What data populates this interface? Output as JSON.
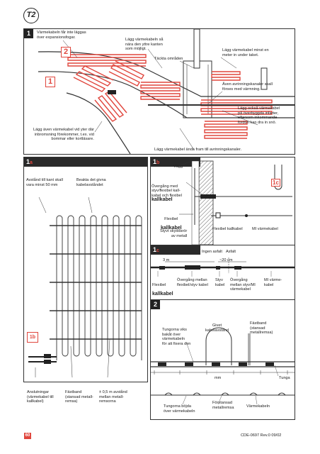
{
  "logo": {
    "text": "T2"
  },
  "section1": {
    "badge": "1",
    "note_expansion": "Värmekabeln får inte läggas\növer expansionsfogar.",
    "note_outer_edge": "Lägg värmekabeln så\nnära den yttre kanten\nsom möjligt.",
    "covered_areas": "Täckta områden",
    "note_min_under_roof": "Lägg värmekabel minst en\nmeter in under taket.",
    "note_drain_channels": "Även avrinningskanaler skall\nförses med värmning.",
    "note_transitions": "Lägg också värmekabel\npå överbyggda infarter,\neftersom inkommande\nfordon kan dra in snö.",
    "note_braking": "Lägg även värmekabel vid yter där\ninbromsning förekommer, t.ex. vid\nbommar eller kortläsare.",
    "note_front": "Lägg värmekabel ända fram till avrinningskanaler.",
    "marker_1": "1",
    "marker_2": "2"
  },
  "section1a": {
    "badge_num": "1",
    "badge_sub": "a",
    "note_edge": "Avstånd till kant skall\nvara minst 50 mm",
    "note_spacing": "Beakta det givna\nkabelavståndet",
    "sub_marker": "1b"
  },
  "section1b": {
    "badge_num": "1",
    "badge_sub": "b",
    "label_wall": "Vägg",
    "transition_text": "Övergång med\nstyv/flexibel kall-\nkabel och flexibel",
    "transition_bold": "kallkabel",
    "flexible": "Flexibel",
    "cold_cable": "kallkabel",
    "rigid_protect": "Styvt skyddsrör\nav metall",
    "flex_cold_cable": "Flexibel kallkabel",
    "mi_cable": "MI värmekabel",
    "sub_marker": "1c"
  },
  "section1c": {
    "badge_num": "1",
    "badge_sub": "c",
    "no_asphalt": "Ingen asfalt",
    "asphalt": "Asfalt",
    "dim_3m": "3 m",
    "dim_20cm": "~20 cm",
    "flexible": "Flexibel",
    "cold_cable": "kallkabel",
    "transition": "Övergång mellan\nflexibel/styv kabel",
    "rigid_cable": "Styv\nkabel",
    "transition_mi": "Övergång\nmellan styv/MI\nvärmekabel",
    "mi_heating": "MI värme-\nkabel"
  },
  "section2": {
    "badge": "2",
    "note_tongues": "Tungorna viks\nbakåt över\nvärmekabeln\nför att fixera den",
    "given_distance": "Givet\nkabelavstånd",
    "fixing_strip": "Fästband\n(stansad\nmetallremsa)",
    "unit_mm": "mm",
    "tongue": "Tunga",
    "bent_tongues": "Tungorna böjda\növer värmekabeln",
    "reinforced": "Förstansad\nmetallremsa",
    "heating_cable": "Värmekabeln"
  },
  "bottom": {
    "connections": "Anslutningar\n(värmekabel till\nkallkabel)",
    "fixing_band": "Fästband\n(stansad metall-\nremsa)",
    "distance": "± 0,5 m avstånd\nmellan metall-\nremsorna"
  },
  "footer": {
    "page": "60",
    "doc_code": "CDE-0697  Rev.0  09/02"
  },
  "colors": {
    "cable": "#e0463d",
    "dark": "#2a2a2a"
  }
}
